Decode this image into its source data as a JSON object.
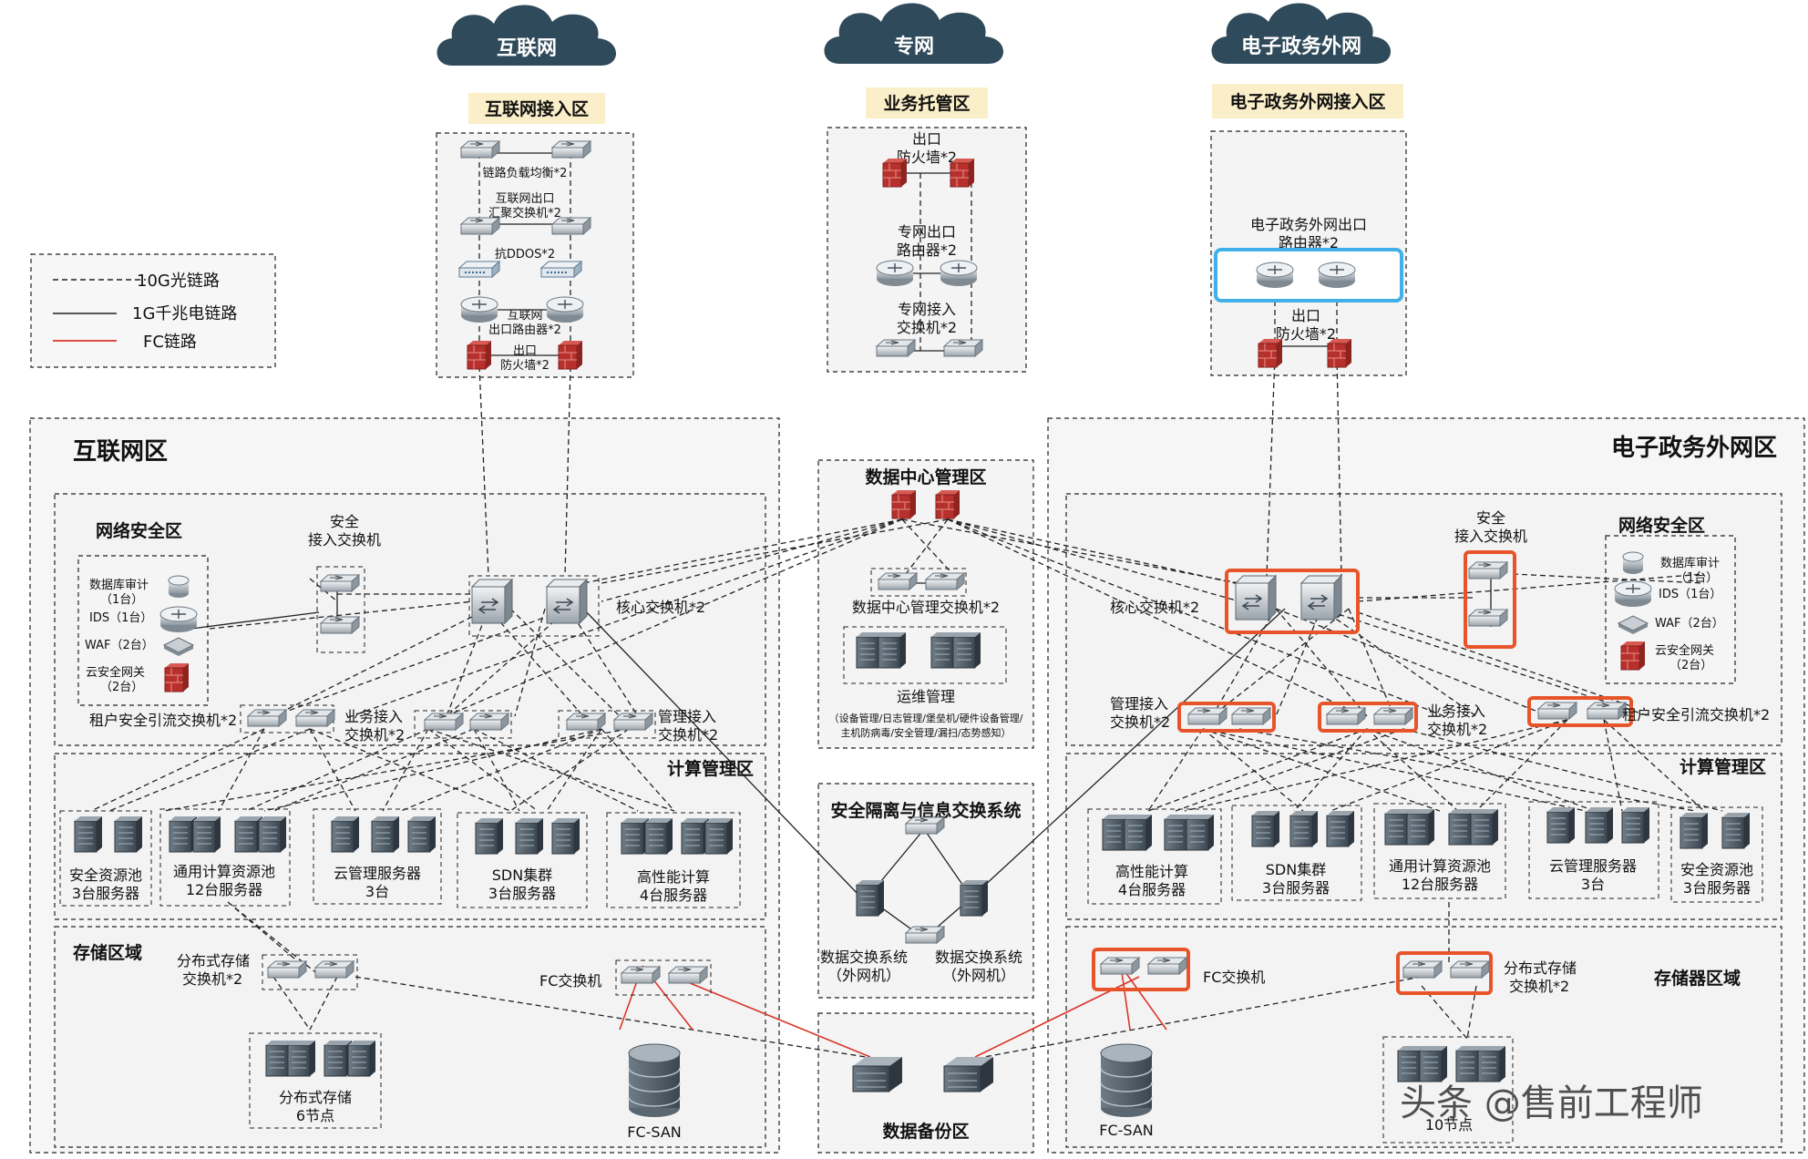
{
  "clouds": {
    "internet": "互联网",
    "private": "专网",
    "egov": "电子政务外网"
  },
  "access_zones": {
    "internet": "互联网接入区",
    "hosting": "业务托管区",
    "egov": "电子政务外网接入区"
  },
  "legend": {
    "line_10g": "10G光链路",
    "line_1g": "1G千兆电链路",
    "line_fc": "FC链路"
  },
  "internet_access": {
    "lb": "链路负载均衡*2",
    "agg_sw_1": "互联网出口",
    "agg_sw_2": "汇聚交换机*2",
    "ddos": "抗DDOS*2",
    "router_1": "互联网",
    "router_2": "出口路由器*2",
    "fw_1": "出口",
    "fw_2": "防火墙*2"
  },
  "hosting": {
    "fw_1": "出口",
    "fw_2": "防火墙*2",
    "router_1": "专网出口",
    "router_2": "路由器*2",
    "sw_1": "专网接入",
    "sw_2": "交换机*2"
  },
  "egov_access": {
    "router_1": "电子政务外网出口",
    "router_2": "路由器*2",
    "fw_1": "出口",
    "fw_2": "防火墙*2"
  },
  "internet_zone": {
    "title": "互联网区",
    "netsec_title": "网络安全区",
    "db_audit_1": "数据库审计",
    "db_audit_2": "（1台）",
    "ids": "IDS（1台）",
    "waf": "WAF（2台）",
    "cloud_gw_1": "云安全网关",
    "cloud_gw_2": "（2台）",
    "sec_access_1": "安全",
    "sec_access_2": "接入交换机",
    "core": "核心交换机*2",
    "tenant_sw": "租户安全引流交换机*2",
    "biz_sw_1": "业务接入",
    "biz_sw_2": "交换机*2",
    "mgmt_sw_1": "管理接入",
    "mgmt_sw_2": "交换机*2",
    "compute_title": "计算管理区",
    "pools": [
      {
        "l1": "安全资源池",
        "l2": "3台服务器"
      },
      {
        "l1": "通用计算资源池",
        "l2": "12台服务器"
      },
      {
        "l1": "云管理服务器",
        "l2": "3台"
      },
      {
        "l1": "SDN集群",
        "l2": "3台服务器"
      },
      {
        "l1": "高性能计算",
        "l2": "4台服务器"
      }
    ],
    "storage_title": "存储区域",
    "dist_sw_1": "分布式存储",
    "dist_sw_2": "交换机*2",
    "fc_sw": "FC交换机",
    "dist_store_1": "分布式存储",
    "dist_store_2": "6节点",
    "fcsan": "FC-SAN"
  },
  "dc_mgmt": {
    "title": "数据中心管理区",
    "sw": "数据中心管理交换机*2",
    "ops": "运维管理",
    "ops_d1": "（设备管理/日志管理/堡垒机/硬件设备管理/",
    "ops_d2": "主机防病毒/安全管理/漏扫/态势感知）"
  },
  "isolation": {
    "title": "安全隔离与信息交换系统",
    "left_1": "数据交换系统",
    "left_2": "（外网机）",
    "right_1": "数据交换系统",
    "right_2": "（外网机）"
  },
  "backup": {
    "title": "数据备份区"
  },
  "egov_zone": {
    "title": "电子政务外网区",
    "netsec_title": "网络安全区",
    "db_audit_1": "数据库审计",
    "db_audit_2": "（1台）",
    "ids": "IDS（1台）",
    "waf": "WAF（2台）",
    "cloud_gw_1": "云安全网关",
    "cloud_gw_2": "（2台）",
    "sec_access_1": "安全",
    "sec_access_2": "接入交换机",
    "core": "核心交换机*2",
    "mgmt_sw_1": "管理接入",
    "mgmt_sw_2": "交换机*2",
    "biz_sw_1": "业务接入",
    "biz_sw_2": "交换机*2",
    "tenant_sw": "租户安全引流交换机*2",
    "compute_title": "计算管理区",
    "pools": [
      {
        "l1": "高性能计算",
        "l2": "4台服务器"
      },
      {
        "l1": "SDN集群",
        "l2": "3台服务器"
      },
      {
        "l1": "通用计算资源池",
        "l2": "12台服务器"
      },
      {
        "l1": "云管理服务器",
        "l2": "3台"
      },
      {
        "l1": "安全资源池",
        "l2": "3台服务器"
      }
    ],
    "storage_title": "存储器区域",
    "fc_sw": "FC交换机",
    "dist_sw_1": "分布式存储",
    "dist_sw_2": "交换机*2",
    "fcsan": "FC-SAN",
    "dist_store_2": "10节点"
  },
  "watermark": "头条 @售前工程师",
  "colors": {
    "cloud": "#2f4a5a",
    "zone_label_bg": "#fbefc9",
    "highlight_orange": "#e8542a",
    "highlight_blue": "#3fb0e8",
    "firewall": "#b8302c",
    "fc_line": "#d9362b"
  }
}
